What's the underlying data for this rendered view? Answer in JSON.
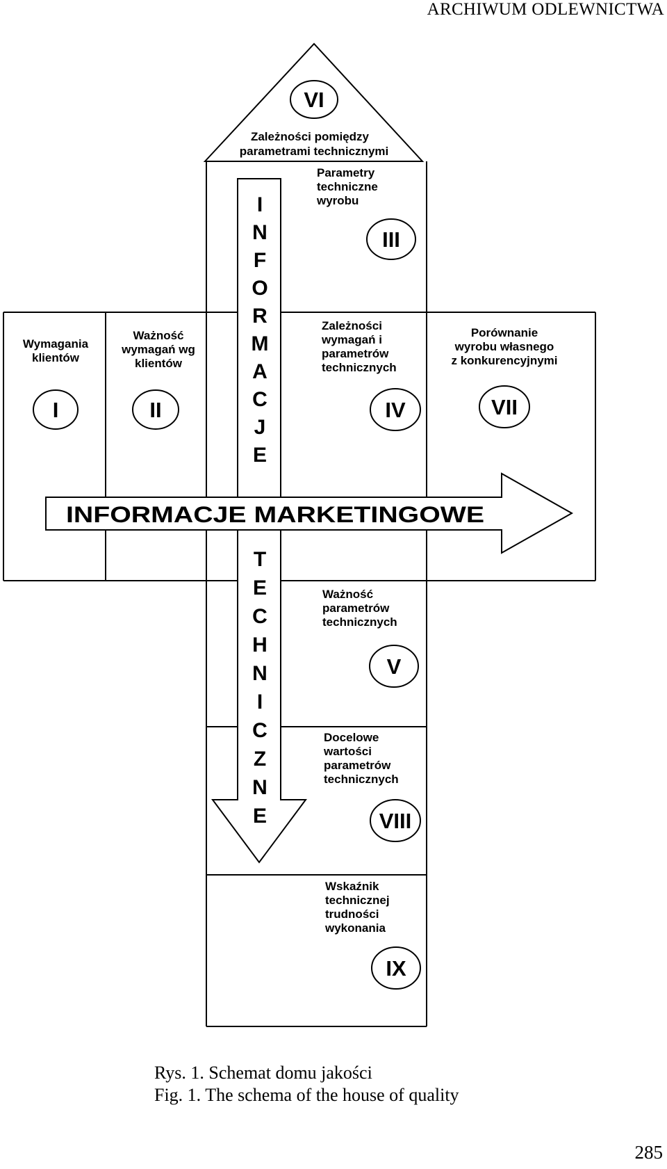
{
  "header": {
    "journal": "ARCHIWUM ODLEWNICTWA"
  },
  "diagram": {
    "roof_label": [
      "Zależności pomiędzy",
      "parametrami technicznymi"
    ],
    "roof_numeral": "VI",
    "vertical_word_top": [
      "I",
      "N",
      "F",
      "O",
      "R",
      "M",
      "A",
      "C",
      "J",
      "E"
    ],
    "vertical_word_bottom": [
      "T",
      "E",
      "C",
      "H",
      "N",
      "I",
      "C",
      "Z",
      "N",
      "E"
    ],
    "horizontal_arrow_label": "INFORMACJE MARKETINGOWE",
    "cells": [
      {
        "numeral": "I",
        "lines": [
          "Wymagania",
          "klientów"
        ]
      },
      {
        "numeral": "II",
        "lines": [
          "Ważność",
          "wymagań wg",
          "klientów"
        ]
      },
      {
        "numeral": "III",
        "lines": [
          "Parametry",
          "techniczne",
          "wyrobu"
        ]
      },
      {
        "numeral": "IV",
        "lines": [
          "Zależności",
          "wymagań i",
          "parametrów",
          "technicznych"
        ]
      },
      {
        "numeral": "VII",
        "lines": [
          "Porównanie",
          "wyrobu własnego",
          "z konkurencyjnymi"
        ]
      },
      {
        "numeral": "V",
        "lines": [
          "Ważność",
          "parametrów",
          "technicznych"
        ]
      },
      {
        "numeral": "VIII",
        "lines": [
          "Docelowe",
          "wartości",
          "parametrów",
          "technicznych"
        ]
      },
      {
        "numeral": "IX",
        "lines": [
          "Wskaźnik",
          "technicznej",
          "trudności",
          "wykonania"
        ]
      }
    ]
  },
  "caption": {
    "pl": "Rys. 1. Schemat domu jakości",
    "en": "Fig. 1. The schema of the house of quality"
  },
  "page_number": "285"
}
